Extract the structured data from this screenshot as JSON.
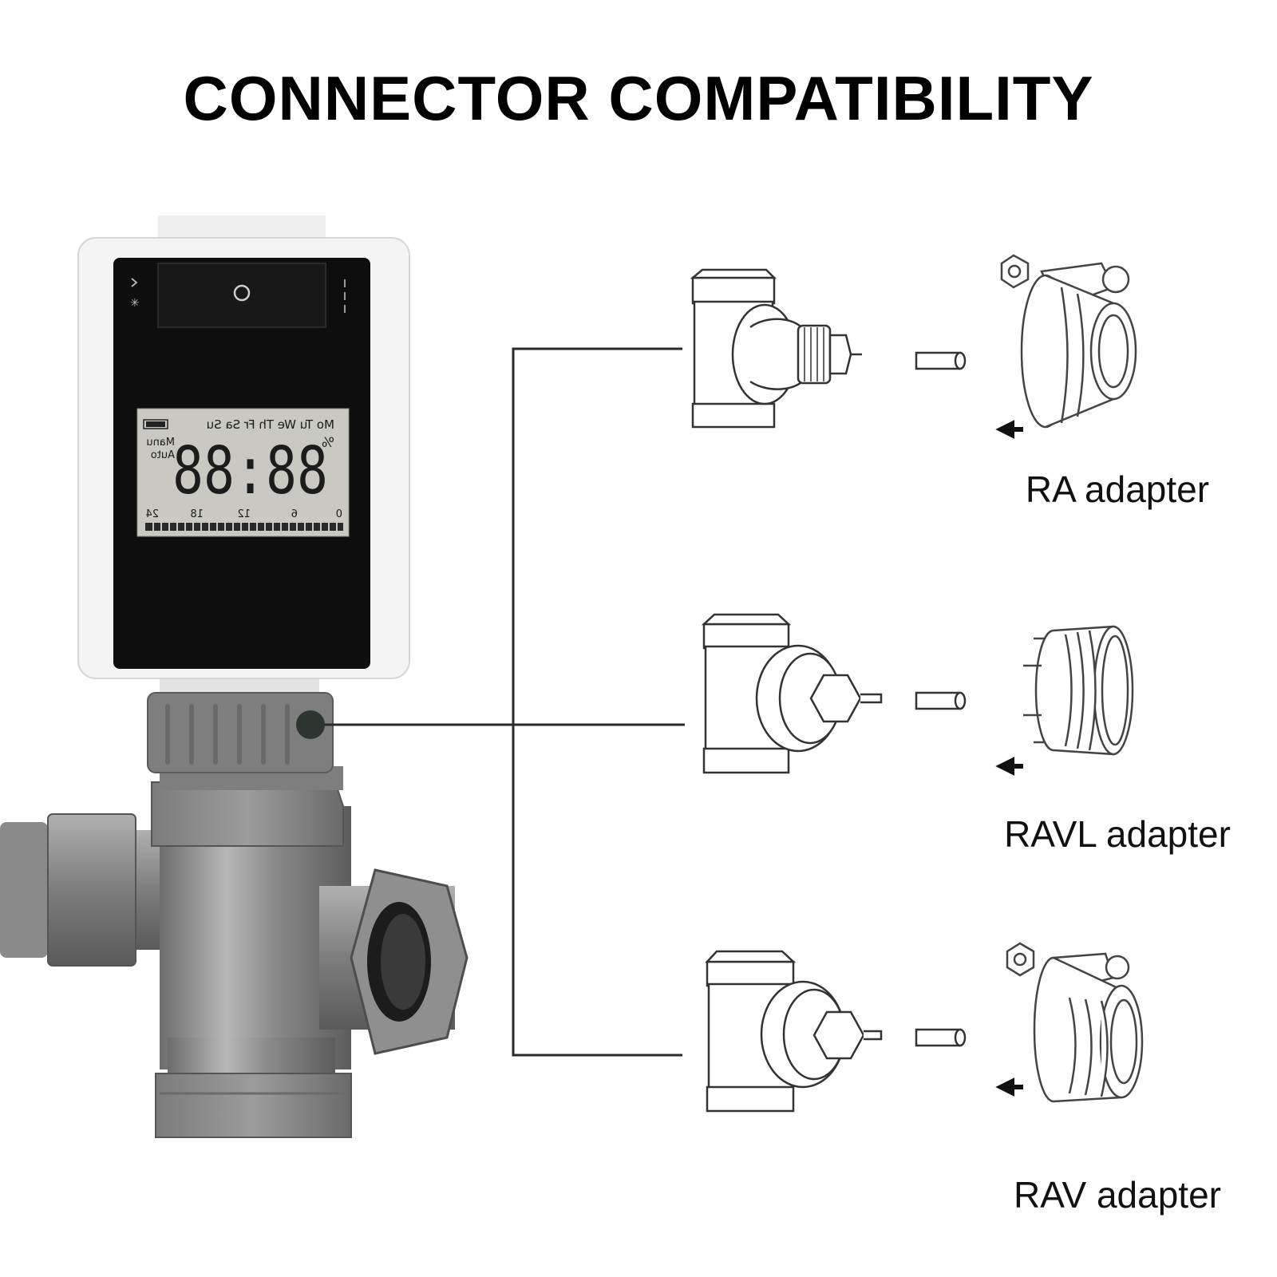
{
  "title": "CONNECTOR COMPATIBILITY",
  "adapters": [
    {
      "label": "RA adapter"
    },
    {
      "label": "RAVL adapter"
    },
    {
      "label": "RAV adapter"
    }
  ],
  "lcd": {
    "days": "Mo Tu We Th Fr Sa Su",
    "mode_manu": "Manu",
    "mode_auto": "Auto",
    "percent": "%",
    "digits": "88:88",
    "hours": [
      "0",
      "6",
      "12",
      "18",
      "24"
    ]
  },
  "colors": {
    "connector_line": "#2a2a2a",
    "device_body": "#f4f4f4",
    "device_screen": "#0e0e0e",
    "lcd_background": "#c9c9c2",
    "valve_metal": "#8c8c8c"
  }
}
